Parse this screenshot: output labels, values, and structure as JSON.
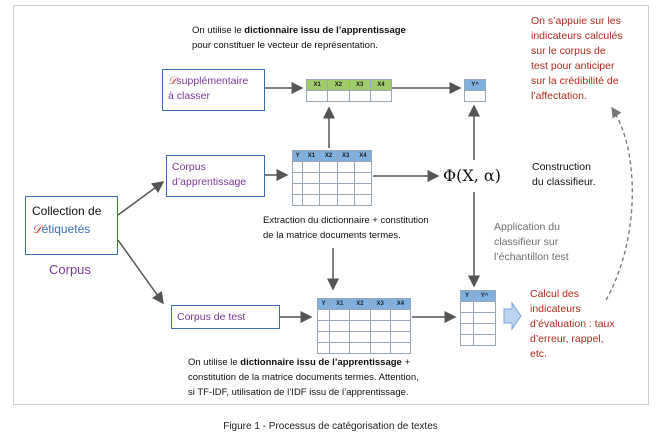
{
  "note_top": {
    "line1_pre": "On utilise le ",
    "line1_bold": "dictionnaire issu de l’apprentissage",
    "line2": "pour constituer le vecteur de représentation."
  },
  "note_right": {
    "line1": "On s’appuie sur les",
    "line2": "indicateurs calculés",
    "line3": "sur le corpus de",
    "line4": "test pour anticiper",
    "line5": "sur la crédibilité de",
    "line6": "l’affectation."
  },
  "box_supp": {
    "symbol": "𝒟",
    "line1": "supplémentaire",
    "line2": "à classer"
  },
  "box_appr": {
    "line1": "Corpus",
    "line2": "d’apprentissage"
  },
  "box_test": {
    "label": "Corpus de test"
  },
  "collection": {
    "line1": "Collection de",
    "symbol": "𝒟",
    "line2": "étiquetés",
    "corpus": "Corpus"
  },
  "table_green": {
    "headers": [
      "X1",
      "X2",
      "X3",
      "X4"
    ],
    "rows": 1
  },
  "table_y_top": {
    "headers": [
      "Y^"
    ],
    "rows": 1
  },
  "table_mid": {
    "headers": [
      "Y",
      "X1",
      "X2",
      "X3",
      "X4"
    ],
    "rows": 4
  },
  "table_bottom": {
    "headers": [
      "Y",
      "X1",
      "X2",
      "X3",
      "X4"
    ],
    "rows": 4
  },
  "table_yy": {
    "headers": [
      "Y",
      "Y^"
    ],
    "rows": 4
  },
  "extraction": {
    "line1": "Extraction du dictionnaire + constitution",
    "line2": "de la matrice documents  termes."
  },
  "phi": "Φ(X, α)",
  "construction": {
    "line1": "Construction",
    "line2": "du classifieur."
  },
  "application": {
    "line1": "Application du",
    "line2": "classifieur sur",
    "line3": "l’échantillon test"
  },
  "calcul": {
    "line1": "Calcul des",
    "line2": "indicateurs",
    "line3": "d’évaluation : taux",
    "line4": "d’erreur, rappel,",
    "line5": "etc."
  },
  "note_bottom": {
    "line1_pre": "On utilise le ",
    "line1_bold": "dictionnaire issu de l’apprentissage",
    "line1_post": " +",
    "line2": "constitution de la matrice documents  termes. Attention,",
    "line3": "si TF-IDF, utilisation de l’IDF issu de l’apprentissage."
  },
  "caption": "Figure 1 - Processus de catégorisation de textes",
  "colors": {
    "box_border": "#3d6fb6",
    "green_header": "#9fcb6a",
    "blue_header": "#7fb0e0",
    "red_text": "#b02a1c",
    "purple_text": "#7a3b9a"
  }
}
